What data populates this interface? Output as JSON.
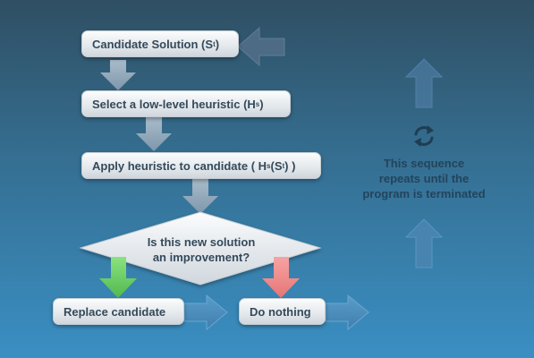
{
  "flow": {
    "candidate": {
      "text": "Candidate Solution (S",
      "sub": "t",
      "close": ")"
    },
    "select": {
      "text": "Select a low-level heuristic (H",
      "sub": "s",
      "close": ")"
    },
    "apply": {
      "text": "Apply heuristic to candidate ( H",
      "sub1": "s",
      "mid": "(S",
      "sub2": "t",
      "close": ") )"
    },
    "decision": {
      "line1": "Is this new solution",
      "line2": "an improvement?"
    },
    "replace": "Replace candidate",
    "nothing": "Do nothing"
  },
  "side": {
    "line1": "This sequence",
    "line2": "repeats until the",
    "line3": "program is terminated",
    "icon": "refresh-icon"
  },
  "colors": {
    "yes_arrow": "#6fd06a",
    "no_arrow": "#f08c8c",
    "neutral_arrow": "#8fa6b8",
    "dark_arrow": "#4d6c86",
    "faint_arrow": "#5a89ad"
  }
}
